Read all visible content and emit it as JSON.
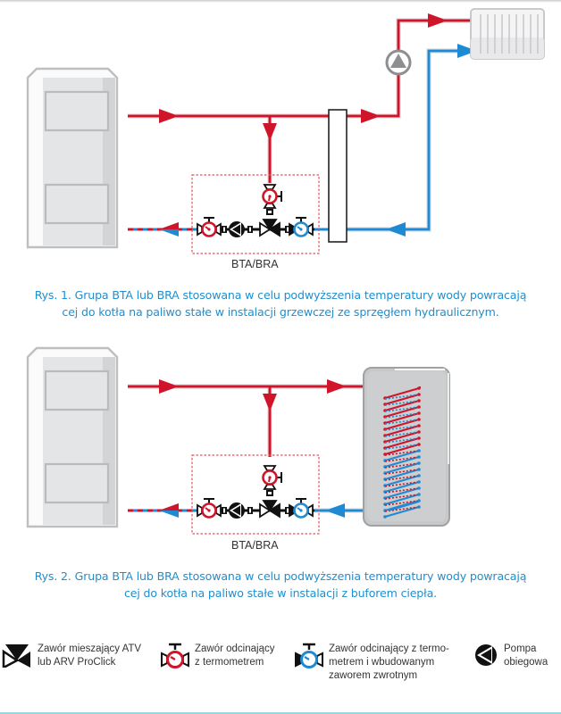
{
  "figure1": {
    "group_label": "BTA/BRA",
    "caption_line1": "Rys. 1. Grupa BTA lub BRA stosowana w celu podwyższenia temperatury wody powracają",
    "caption_line2": "cej do kotła na paliwo stałe w instalacji grzewczej ze sprzęgłem hydraulicznym."
  },
  "figure2": {
    "group_label": "BTA/BRA",
    "caption_line1": "Rys. 2. Grupa BTA lub BRA stosowana w celu podwyższenia temperatury wody powracają",
    "caption_line2": "cej do kotła na paliwo stałe w instalacji z buforem ciepła."
  },
  "legend": {
    "items": [
      {
        "icon": "mixing-valve-icon",
        "line1": "Zawór mieszający ATV",
        "line2": "lub ARV ProClick",
        "line3": ""
      },
      {
        "icon": "shutoff-valve-thermometer-red-icon",
        "line1": "Zawór odcinający",
        "line2": "z termometrem",
        "line3": ""
      },
      {
        "icon": "shutoff-valve-thermometer-check-blue-icon",
        "line1": "Zawór odcinający z termo-",
        "line2": "metrem i wbudowanym",
        "line3": "zaworem zwrotnym"
      },
      {
        "icon": "circulation-pump-icon",
        "line1": "Pompa",
        "line2": "obiegowa",
        "line3": ""
      }
    ]
  },
  "colors": {
    "hot": "#d0152a",
    "cold": "#1e8ad4",
    "caption": "#1f8fcf",
    "boiler": "#e4e5e7",
    "dashed_box": "#e0525e"
  }
}
